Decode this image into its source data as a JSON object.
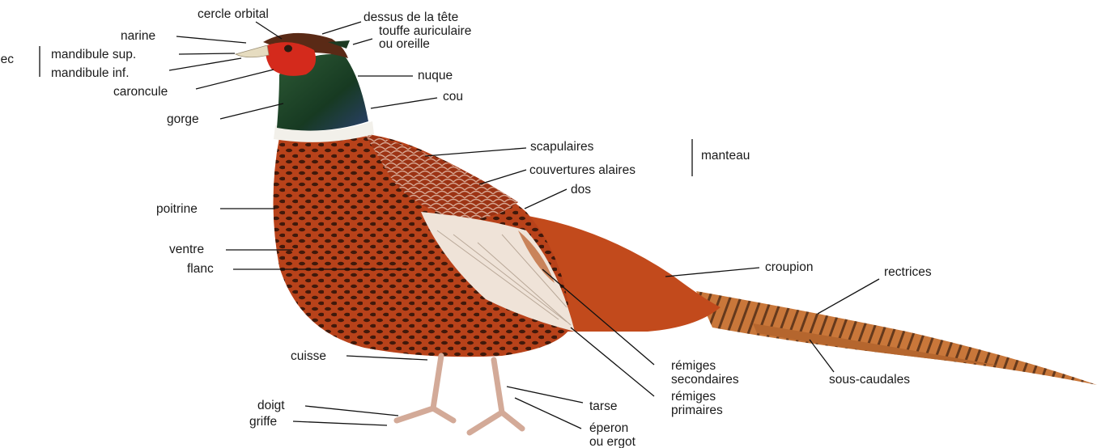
{
  "colors": {
    "body_red": "#b8421a",
    "dark_mark": "#2b1208",
    "head_green": "#1f4a2a",
    "face_red": "#d42a1c",
    "neck_ring": "#f2f0ea",
    "wing_pale": "#efe3d8",
    "tail_tan": "#c9773a",
    "legs": "#d3aa98"
  },
  "labels": {
    "cercle_orbital": "cercle orbital",
    "dessus_tete": "dessus de la tête",
    "touffe_1": "touffe auriculaire",
    "touffe_2": "ou oreille",
    "narine": "narine",
    "bec": "bec",
    "mandibule_sup": "mandibule sup.",
    "mandibule_inf": "mandibule inf.",
    "caroncule": "caroncule",
    "nuque": "nuque",
    "cou": "cou",
    "gorge": "gorge",
    "scapulaires": "scapulaires",
    "couvertures": "couvertures alaires",
    "manteau": "manteau",
    "dos": "dos",
    "poitrine": "poitrine",
    "ventre": "ventre",
    "flanc": "flanc",
    "croupion": "croupion",
    "rectrices": "rectrices",
    "cuisse": "cuisse",
    "remiges_sec_1": "rémiges",
    "remiges_sec_2": "secondaires",
    "remiges_prim_1": "rémiges",
    "remiges_prim_2": "primaires",
    "sous_caudales": "sous-caudales",
    "doigt": "doigt",
    "griffe": "griffe",
    "tarse": "tarse",
    "eperon_1": "éperon",
    "eperon_2": "ou ergot"
  }
}
